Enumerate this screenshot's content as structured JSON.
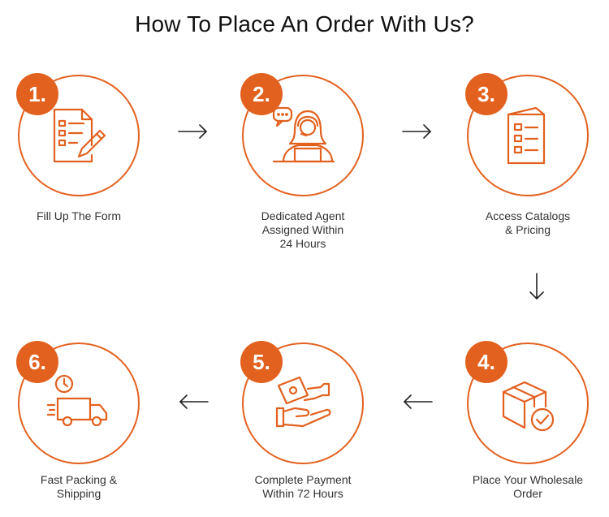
{
  "title": "How To Place An Order With Us?",
  "accent_color": "#e3611f",
  "steps": [
    {
      "number": "1.",
      "label_lines": [
        "Fill Up The Form"
      ],
      "icon": "form-pencil-icon"
    },
    {
      "number": "2.",
      "label_lines": [
        "Dedicated Agent",
        "Assigned Within",
        "24 Hours"
      ],
      "icon": "agent-headset-icon"
    },
    {
      "number": "3.",
      "label_lines": [
        "Access Catalogs",
        "& Pricing"
      ],
      "icon": "catalog-icon"
    },
    {
      "number": "4.",
      "label_lines": [
        "Place Your Wholesale",
        "Order"
      ],
      "icon": "box-check-icon"
    },
    {
      "number": "5.",
      "label_lines": [
        "Complete Payment",
        "Within 72 Hours"
      ],
      "icon": "payment-hands-icon"
    },
    {
      "number": "6.",
      "label_lines": [
        "Fast Packing &",
        "Shipping"
      ],
      "icon": "delivery-truck-icon"
    }
  ]
}
